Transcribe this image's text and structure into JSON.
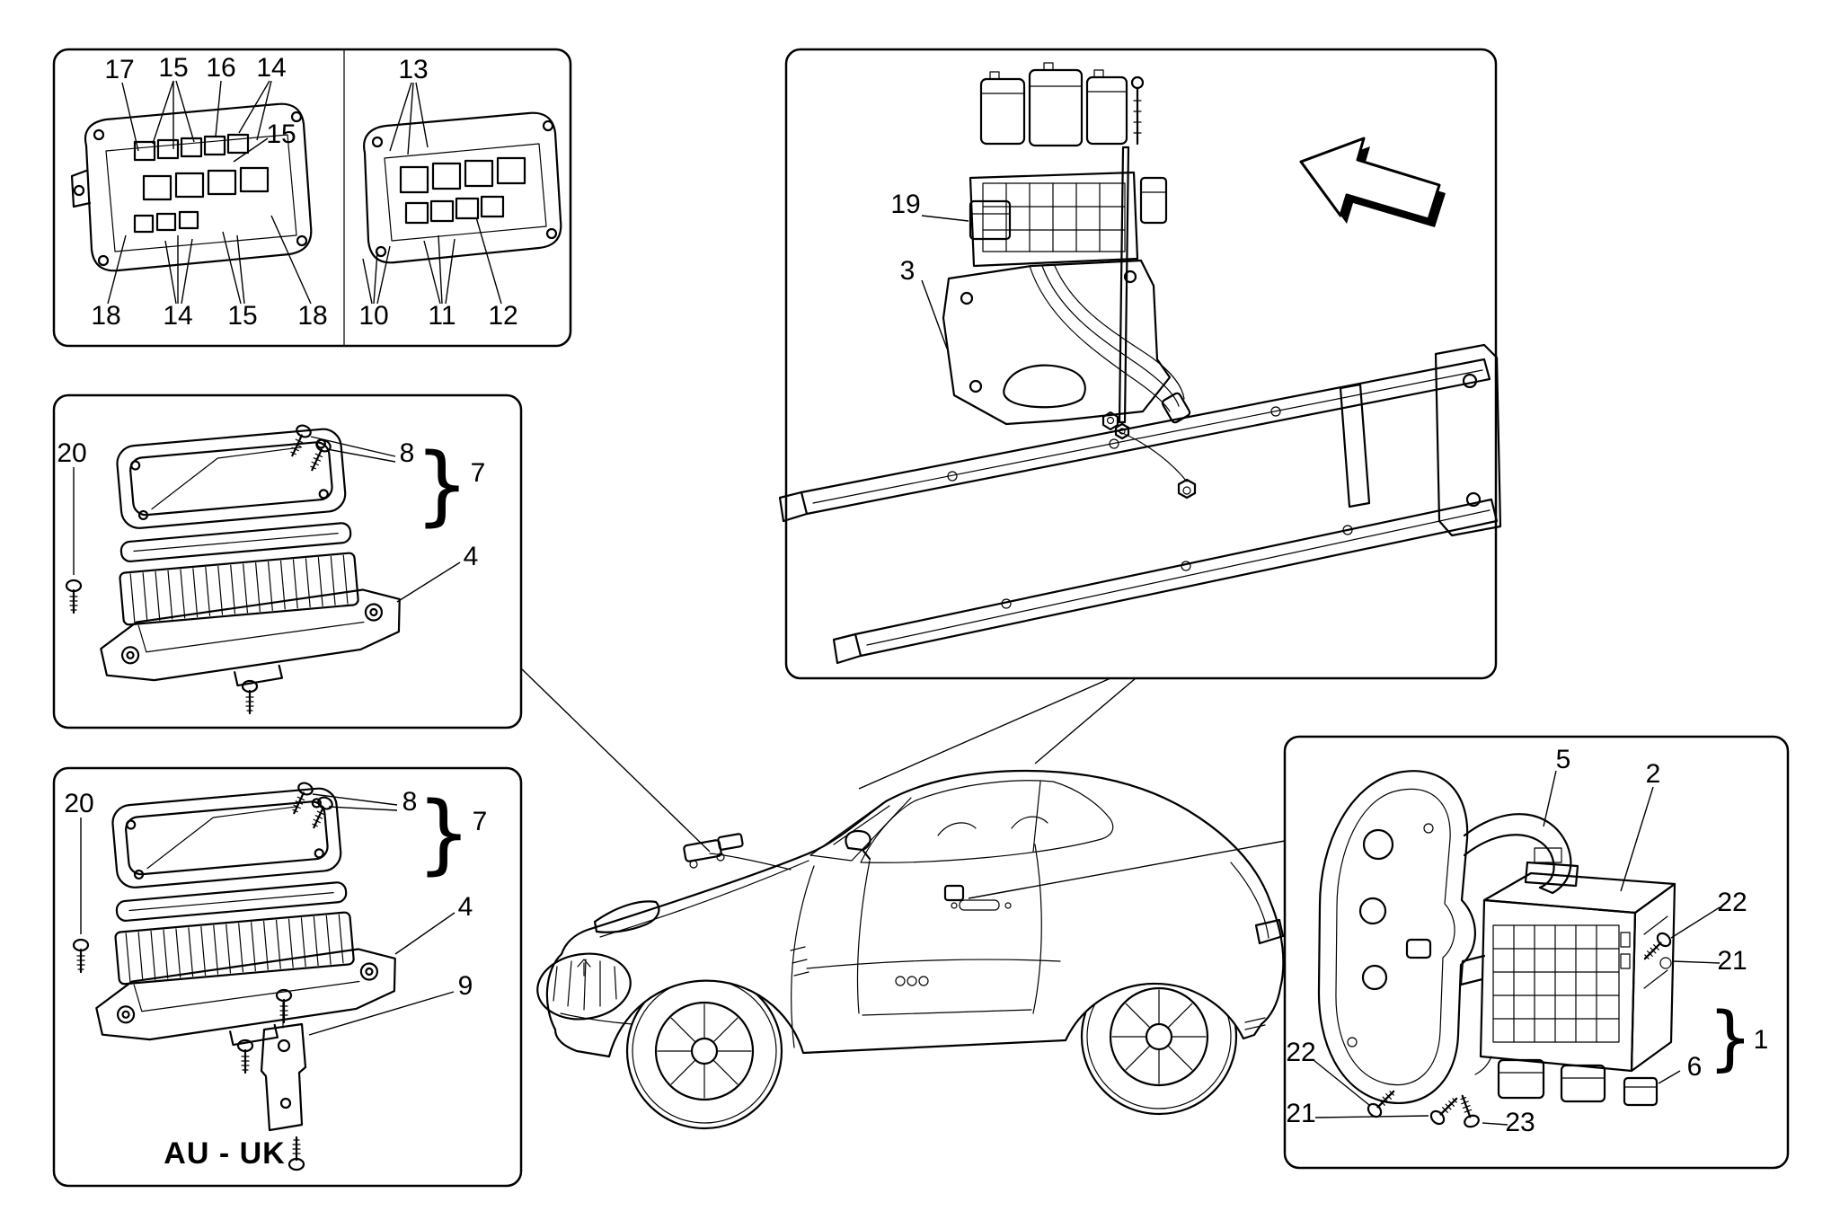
{
  "colors": {
    "line": "#000000",
    "background": "#ffffff"
  },
  "glyphs": {
    "brace": "}"
  },
  "panels": {
    "top_left_fuseboxes": {
      "callouts_top_row": [
        "17",
        "15",
        "16",
        "14"
      ],
      "callout_side": "15",
      "callouts_bottom_row": [
        "18",
        "14",
        "15",
        "18"
      ],
      "callout_right_top": "13",
      "callouts_right_bottom": [
        "10",
        "11",
        "12"
      ]
    },
    "middle_left_ecu": {
      "callouts": [
        "20",
        "8",
        "7",
        "4"
      ]
    },
    "bottom_left_ecu": {
      "callouts": [
        "20",
        "8",
        "7",
        "4",
        "9"
      ],
      "region_label": "AU - UK"
    },
    "top_right_assembly": {
      "callouts": [
        "19",
        "3"
      ]
    },
    "bottom_right_fusebox": {
      "callouts": [
        "5",
        "2",
        "22",
        "21",
        "1",
        "6",
        "22",
        "21",
        "23"
      ]
    }
  }
}
